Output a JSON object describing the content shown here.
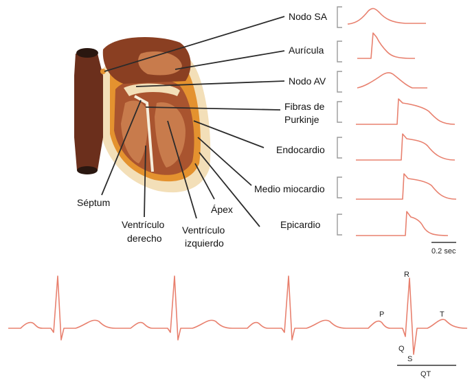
{
  "heart": {
    "labels": {
      "nodo_sa": "Nodo SA",
      "auricula": "Aurícula",
      "nodo_av": "Nodo AV",
      "fibras_1": "Fibras de",
      "fibras_2": "Purkinje",
      "endocardio": "Endocardio",
      "medio": "Medio miocardio",
      "epicardio": "Epicardio",
      "septum": "Séptum",
      "apex": "Ápex",
      "vd_1": "Ventrículo",
      "vd_2": "derecho",
      "vi_1": "Ventrículo",
      "vi_2": "izquierdo"
    }
  },
  "action_potentials": {
    "scale_label": "0.2 sec"
  },
  "ecg": {
    "waves": {
      "p": "P",
      "q": "Q",
      "r": "R",
      "s": "S",
      "t": "T",
      "qt": "QT"
    }
  },
  "colors": {
    "trace": "#e8806e",
    "muscle_dark": "#6b2f1c",
    "muscle_mid": "#a9542f",
    "chamber": "#c87b4c",
    "fat_orange": "#e4922f",
    "pericardium": "#f3dfb8"
  }
}
